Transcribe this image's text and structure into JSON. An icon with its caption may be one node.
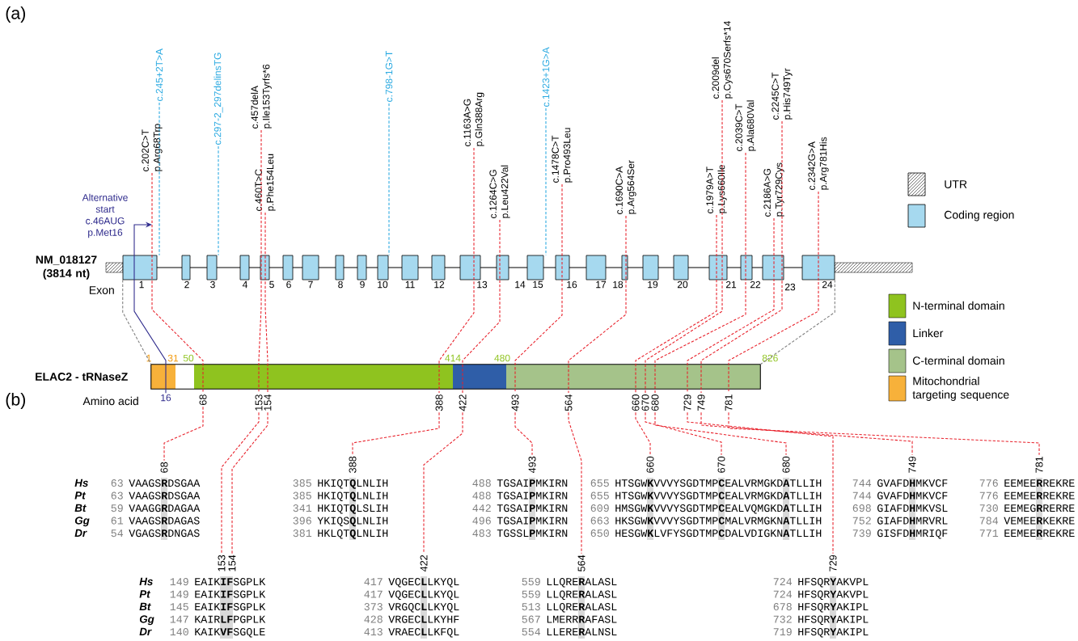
{
  "diagram": {
    "nodes": [
      {
        "text": [
          "c.202C>T",
          "p.Arg68Trp"
        ]
      },
      {
        "text": [
          "c.245+2T>A"
        ]
      },
      {
        "text": [
          "c.297-2_297delinsTG"
        ]
      },
      {
        "text": [
          "c.457delA",
          "p.Ile153Tyrfs*6"
        ]
      },
      {
        "text": [
          "c.460T>C",
          "p.Phe154Leu"
        ]
      },
      {
        "text": [
          "c.798-1G>T"
        ]
      },
      {
        "text": [
          "c.1163A>G",
          "p.Gln388Arg"
        ]
      },
      {
        "text": [
          "c.1264C>G",
          "p.Leu422Val"
        ]
      },
      {
        "text": [
          "c.1423+1G>A"
        ]
      },
      {
        "text": [
          "c.1478C>T",
          "p.Pro493Leu"
        ]
      },
      {
        "text": [
          "c.1690C>A",
          "p.Arg564Ser"
        ]
      },
      {
        "text": [
          "c.1979A>T",
          "p.Lys660Ile"
        ]
      },
      {
        "text": [
          "c.2009del",
          "p.Cys670Serfs*14"
        ]
      },
      {
        "text": [
          "c.2039C>T",
          "p.Ala680Val"
        ]
      },
      {
        "text": [
          "c.2186A>G",
          "p.Tyr729Cys"
        ]
      },
      {
        "text": [
          "c.2245C>T",
          "p.His749Tyr"
        ]
      },
      {
        "text": [
          "c.2342G>A",
          "p.Arg781His"
        ]
      },
      {
        "text": [],
        "shape": "bar",
        "beside": [
          "NM_018127 (3814 nt)"
        ]
      },
      {
        "text": [],
        "shape": "bar",
        "beside": [
          "ELAC2 - tRNaseZ"
        ]
      },
      {
        "text": [
          "16"
        ]
      },
      {
        "text": [
          "68"
        ]
      },
      {
        "text": [
          "153"
        ]
      },
      {
        "text": [
          "154"
        ]
      },
      {
        "text": [
          "388"
        ]
      },
      {
        "text": [
          "422"
        ]
      },
      {
        "text": [
          "493"
        ]
      },
      {
        "text": [
          "564"
        ]
      },
      {
        "text": [
          "660"
        ]
      },
      {
        "text": [
          "670"
        ]
      },
      {
        "text": [
          "680"
        ]
      },
      {
        "text": [
          "729"
        ]
      },
      {
        "text": [
          "749"
        ]
      },
      {
        "text": [
          "781"
        ]
      },
      {
        "text": [
          "68"
        ]
      },
      {
        "text": [
          "388"
        ]
      },
      {
        "text": [
          "493"
        ]
      },
      {
        "text": [
          "660"
        ]
      },
      {
        "text": [
          "670"
        ]
      },
      {
        "text": [
          "680"
        ]
      },
      {
        "text": [
          "749"
        ]
      },
      {
        "text": [
          "781"
        ]
      },
      {
        "text": [
          "153"
        ]
      },
      {
        "text": [
          "154"
        ]
      },
      {
        "text": [
          "422"
        ]
      },
      {
        "text": [
          "564"
        ]
      },
      {
        "text": [
          "729"
        ]
      }
    ],
    "edges": [
      {
        "from": 0,
        "to": 20,
        "arrow": "none",
        "style": "dashed"
      },
      {
        "from": 1,
        "to": 17,
        "arrow": "none",
        "style": "dashed",
        "color": "#29a9e1"
      },
      {
        "from": 2,
        "to": 17,
        "arrow": "none",
        "style": "dashed",
        "color": "#29a9e1"
      },
      {
        "from": 3,
        "to": 21,
        "arrow": "none",
        "style": "dashed"
      },
      {
        "from": 4,
        "to": 22,
        "arrow": "none",
        "style": "dashed"
      },
      {
        "from": 5,
        "to": 17,
        "arrow": "none",
        "style": "dashed",
        "color": "#29a9e1"
      },
      {
        "from": 6,
        "to": 23,
        "arrow": "none",
        "style": "dashed"
      },
      {
        "from": 7,
        "to": 24,
        "arrow": "none",
        "style": "dashed"
      },
      {
        "from": 8,
        "to": 17,
        "arrow": "none",
        "style": "dashed",
        "color": "#29a9e1"
      },
      {
        "from": 9,
        "to": 25,
        "arrow": "none",
        "style": "dashed"
      },
      {
        "from": 10,
        "to": 26,
        "arrow": "none",
        "style": "dashed"
      },
      {
        "from": 11,
        "to": 27,
        "arrow": "none",
        "style": "dashed"
      },
      {
        "from": 12,
        "to": 28,
        "arrow": "none",
        "style": "dashed"
      },
      {
        "from": 13,
        "to": 29,
        "arrow": "none",
        "style": "dashed"
      },
      {
        "from": 14,
        "to": 30,
        "arrow": "none",
        "style": "dashed"
      },
      {
        "from": 15,
        "to": 31,
        "arrow": "none",
        "style": "dashed"
      },
      {
        "from": 16,
        "to": 32,
        "arrow": "none",
        "style": "dashed"
      },
      {
        "from": 17,
        "to": 18,
        "arrow": "none",
        "style": "dashed",
        "color": "#7f7f7f"
      },
      {
        "from": 17,
        "to": 18,
        "arrow": "none",
        "style": "dashed",
        "color": "#7f7f7f"
      },
      {
        "from": 19,
        "to": null,
        "arrow": "to",
        "color": "#2e2a8c"
      },
      {
        "from": 20,
        "to": 33,
        "arrow": "none",
        "style": "dashed"
      },
      {
        "from": 21,
        "to": 41,
        "arrow": "none",
        "style": "dashed"
      },
      {
        "from": 22,
        "to": 42,
        "arrow": "none",
        "style": "dashed"
      },
      {
        "from": 23,
        "to": 34,
        "arrow": "none",
        "style": "dashed"
      },
      {
        "from": 24,
        "to": 43,
        "arrow": "none",
        "style": "dashed"
      },
      {
        "from": 25,
        "to": 35,
        "arrow": "none",
        "style": "dashed"
      },
      {
        "from": 26,
        "to": 44,
        "arrow": "none",
        "style": "dashed"
      },
      {
        "from": 27,
        "to": 36,
        "arrow": "none",
        "style": "dashed"
      },
      {
        "from": 28,
        "to": 37,
        "arrow": "none",
        "style": "dashed"
      },
      {
        "from": 29,
        "to": 38,
        "arrow": "none",
        "style": "dashed"
      },
      {
        "from": 30,
        "to": 45,
        "arrow": "none",
        "style": "dashed"
      },
      {
        "from": 31,
        "to": 39,
        "arrow": "none",
        "style": "dashed"
      },
      {
        "from": 32,
        "to": 40,
        "arrow": "none",
        "style": "dashed"
      }
    ],
    "labels": [
      "(a)",
      "Alternative start c.46AUG p.Met16",
      "Exon",
      "1",
      "2",
      "3",
      "4",
      "5",
      "6",
      "7",
      "8",
      "9",
      "10",
      "11",
      "12",
      "13",
      "14",
      "15",
      "16",
      "17",
      "18",
      "19",
      "20",
      "21",
      "22",
      "23",
      "24",
      "1",
      "31",
      "50",
      "414",
      "480",
      "826",
      "(b)",
      "Amino acid",
      "Hs",
      "63",
      "VAAGS**R**DSGAA",
      "385",
      "HKIQT**Q**LNLIH",
      "488",
      "TGSAI**P**MKIRN",
      "655",
      "HTSGW**K**VVVYSGDTMP**C**EALVRMGKD**A**TLLIH",
      "744",
      "GVAFD**H**MKVCF",
      "776",
      "EEMEE**R**REKRE",
      "Pt",
      "63",
      "VAAGS**R**DSGAA",
      "385",
      "HKIQT**Q**LNLIH",
      "488",
      "TGSAI**P**MKIRN",
      "655",
      "HTSGW**K**VVVYSGDTMP**C**EALVRMGKD**A**TLLIH",
      "744",
      "GVAFD**H**MKVCF",
      "776",
      "EEMEE**R**REKRE",
      "Bt",
      "59",
      "VAAGG**R**DAGAA",
      "341",
      "HKIQT**Q**LSLIH",
      "442",
      "TGSAI**P**MKIRN",
      "609",
      "HMSGW**K**VVVYSGDTMP**C**EALVQMGKD**A**TLLIH",
      "698",
      "GIAFD**H**MKVSL",
      "730",
      "EEMEG**R**RERRE",
      "Gg",
      "61",
      "VAAGS**R**DAGAS",
      "396",
      "YKIQS**Q**LNLIH",
      "496",
      "TGSAI**P**MKIRN",
      "663",
      "HKSGW**K**VVVYSGDTMP**C**MALVRMGKN**A**TLLIH",
      "752",
      "GIAFD**H**MRVRL",
      "784",
      "VEMEE**R**KEKRE",
      "Dr",
      "54",
      "VGAGS**R**DNGAS",
      "381",
      "HKLQT**Q**LNLIH",
      "483",
      "TGSSL**P**MKIRN",
      "650",
      "HESGW**K**LVFYSGDTMP**C**DALVDIGKN**A**TLLIH",
      "739",
      "GISFD**H**MRIQF",
      "771",
      "EEMEE**R**REKRE",
      "Hs",
      "149",
      "EAIK**IF**SGPLK",
      "417",
      "VQGEC**L**LKYQL",
      "559",
      "LLQRE**R**ALASL",
      "724",
      "HFSQR**Y**AKVPL",
      "Pt",
      "149",
      "EAIK**IF**SGPLK",
      "417",
      "VQGEC**L**LKYQL",
      "559",
      "LLQRE**R**ALASL",
      "724",
      "HFSQR**Y**AKVPL",
      "Bt",
      "145",
      "EAIK**IF**SGPLK",
      "373",
      "VRGQC**L**LKYQL",
      "513",
      "LLQRE**R**ALASL",
      "678",
      "HFSQR**Y**AKIPL",
      "Gg",
      "147",
      "KAIR**LF**PGPLK",
      "428",
      "VRGEC**L**LKYHF",
      "567",
      "LMERR**R**AFASL",
      "732",
      "HFSQR**Y**AKIPL",
      "Dr",
      "140",
      "KAIK**VF**SGQLE",
      "413",
      "VRAEC**L**LKFQL",
      "554",
      "LLERE**R**ALNSL",
      "719",
      "HFSQR**Y**AKIPL"
    ],
    "legend": [
      {
        "text": "UTR"
      },
      {
        "text": "Coding region",
        "color": "#a6d9ef"
      },
      {
        "text": "N-terminal domain",
        "color": "#8fc31f"
      },
      {
        "text": "Linker",
        "color": "#2f5ea8"
      },
      {
        "text": "C-terminal domain",
        "color": "#a5c38a"
      },
      {
        "text": "Mitochondrial targeting sequence",
        "color": "#f7b13a"
      }
    ]
  }
}
